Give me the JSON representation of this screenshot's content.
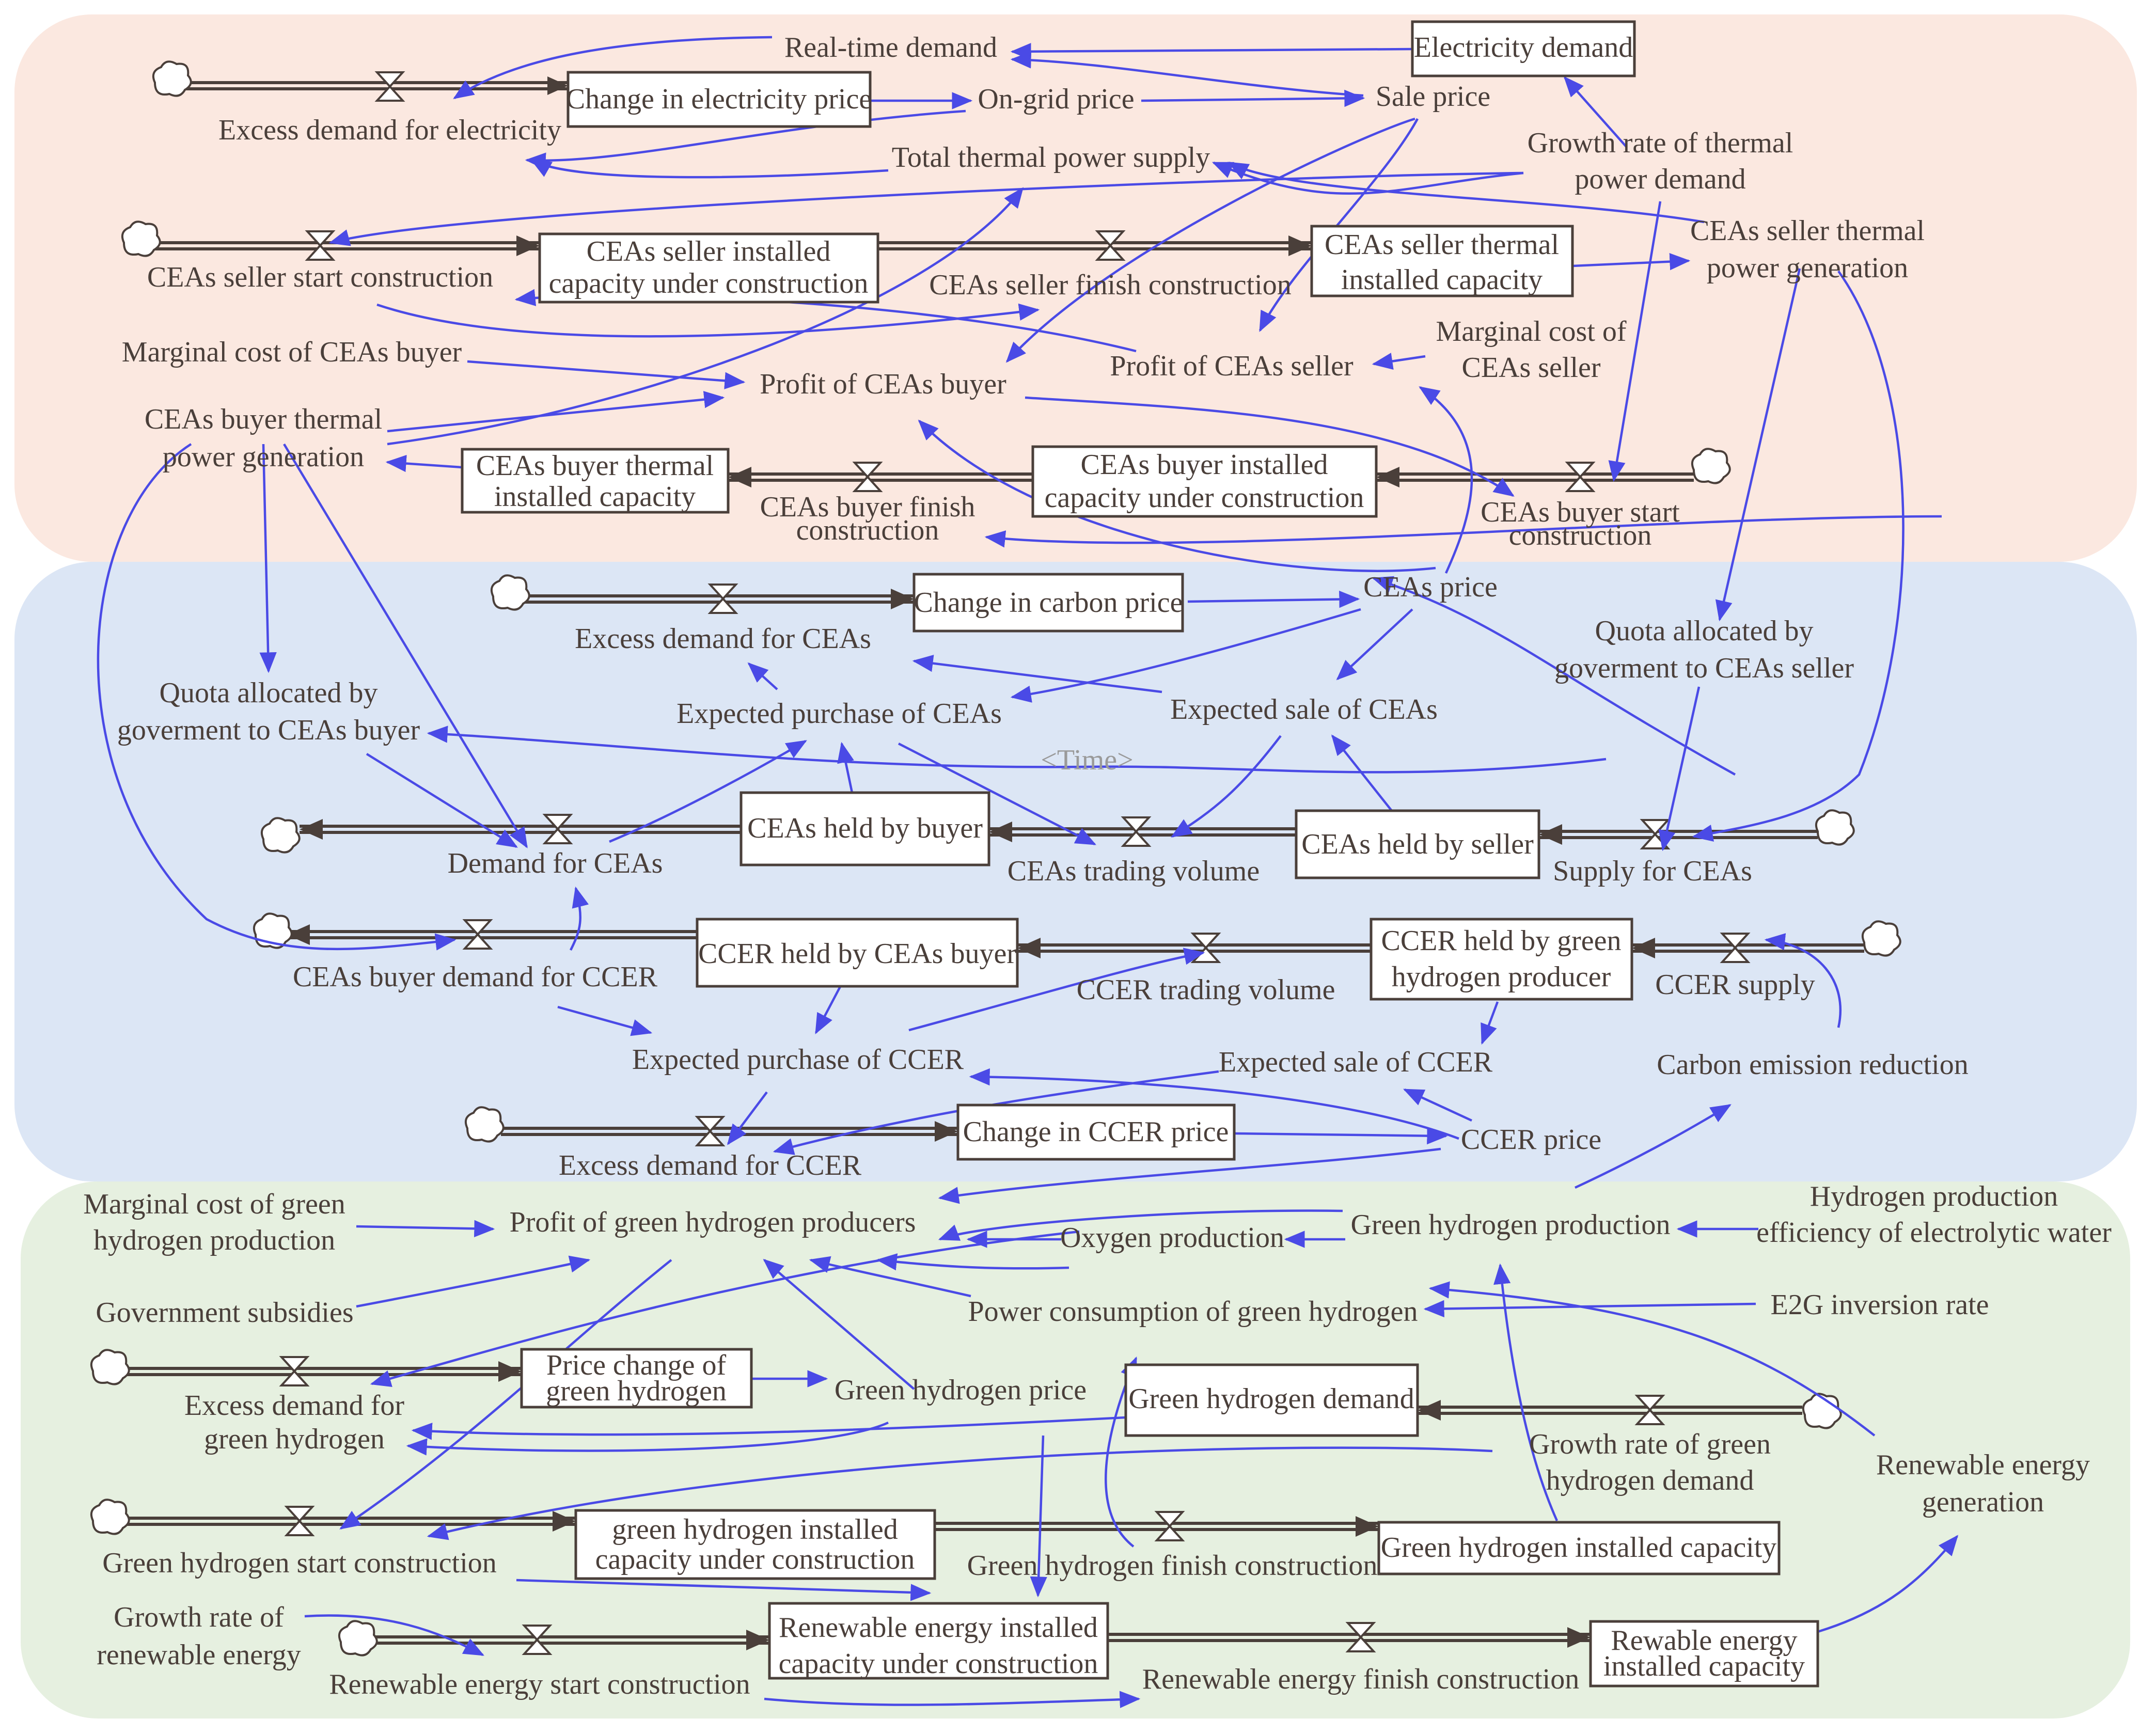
{
  "sectors": [
    {
      "name": "electricity",
      "color": "#fbe8e0"
    },
    {
      "name": "carbon",
      "color": "#dce6f5"
    },
    {
      "name": "hydrogen",
      "color": "#e6f0e0"
    }
  ],
  "link_color": "#4a4ae6",
  "stock_stroke": "#4a3f3a",
  "labels": {
    "electricity_demand": "Electricity demand",
    "real_time_demand": "Real-time demand",
    "sale_price": "Sale price",
    "change_in_electricity_price": "Change in electricity price",
    "on_grid_price": "On-grid price",
    "excess_demand_for_electricity": "Excess demand for electricity",
    "total_thermal_power_supply": "Total thermal power supply",
    "growth_rate_thermal_1": "Growth rate of thermal",
    "growth_rate_thermal_2": "power demand",
    "ceas_seller_thermal_gen_1": "CEAs seller thermal",
    "ceas_seller_thermal_gen_2": "power generation",
    "ceas_seller_start_construction": "CEAs seller start construction",
    "ceas_seller_installed_uc_1": "CEAs seller installed",
    "ceas_seller_installed_uc_2": "capacity under construction",
    "ceas_seller_finish_construction": "CEAs seller finish construction",
    "ceas_seller_thermal_cap_1": "CEAs seller thermal",
    "ceas_seller_thermal_cap_2": "installed capacity",
    "marginal_cost_buyer": "Marginal cost of CEAs buyer",
    "profit_ceas_buyer": "Profit of CEAs buyer",
    "profit_ceas_seller": "Profit of CEAs seller",
    "marginal_cost_seller_1": "Marginal cost of",
    "marginal_cost_seller_2": "CEAs seller",
    "ceas_buyer_thermal_gen_1": "CEAs buyer thermal",
    "ceas_buyer_thermal_gen_2": "power generation",
    "ceas_buyer_thermal_cap_1": "CEAs buyer thermal",
    "ceas_buyer_thermal_cap_2": "installed capacity",
    "ceas_buyer_finish_1": "CEAs buyer finish",
    "ceas_buyer_finish_2": "construction",
    "ceas_buyer_installed_uc_1": "CEAs buyer installed",
    "ceas_buyer_installed_uc_2": "capacity under construction",
    "ceas_buyer_start_1": "CEAs buyer start",
    "ceas_buyer_start_2": "construction",
    "change_in_carbon_price": "Change in carbon price",
    "ceas_price": "CEAs price",
    "excess_demand_for_ceas": "Excess demand for CEAs",
    "quota_seller_1": "Quota allocated by",
    "quota_seller_2": "goverment to CEAs seller",
    "quota_buyer_1": "Quota allocated by",
    "quota_buyer_2": "goverment to CEAs buyer",
    "expected_purchase_ceas": "Expected purchase of CEAs",
    "expected_sale_ceas": "Expected sale of CEAs",
    "time": "<Time>",
    "ceas_held_by_buyer": "CEAs held by buyer",
    "ceas_held_by_seller": "CEAs held by seller",
    "demand_for_ceas": "Demand for CEAs",
    "ceas_trading_volume": "CEAs trading volume",
    "supply_for_ceas": "Supply for CEAs",
    "ccer_held_by_buyer": "CCER held by CEAs buyer",
    "ccer_held_by_ghp_1": "CCER held by green",
    "ccer_held_by_ghp_2": "hydrogen producer",
    "ceas_buyer_demand_ccer": "CEAs buyer demand for CCER",
    "ccer_trading_volume": "CCER trading volume",
    "ccer_supply": "CCER supply",
    "expected_purchase_ccer": "Expected purchase of CCER",
    "expected_sale_ccer": "Expected sale of CCER",
    "carbon_emission_reduction": "Carbon emission reduction",
    "change_in_ccer_price": "Change in CCER price",
    "ccer_price": "CCER price",
    "excess_demand_ccer": "Excess demand for CCER",
    "marginal_cost_gh_1": "Marginal cost of green",
    "marginal_cost_gh_2": "hydrogen production",
    "profit_ghp": "Profit of green hydrogen producers",
    "green_hydrogen_production": "Green hydrogen production",
    "hydrogen_eff_1": "Hydrogen production",
    "hydrogen_eff_2": "efficiency of electrolytic water",
    "oxygen_production": "Oxygen production",
    "government_subsidies": "Government subsidies",
    "power_consumption_gh": "Power consumption of green hydrogen",
    "e2g_inversion_rate": "E2G inversion rate",
    "price_change_gh_1": "Price change of",
    "price_change_gh_2": "green hydrogen",
    "green_hydrogen_price": "Green hydrogen price",
    "green_hydrogen_demand": "Green hydrogen demand",
    "excess_demand_gh_1": "Excess demand for",
    "excess_demand_gh_2": "green hydrogen",
    "growth_rate_gh_1": "Growth rate of green",
    "growth_rate_gh_2": "hydrogen demand",
    "renewable_gen_1": "Renewable energy",
    "renewable_gen_2": "generation",
    "gh_start_construction": "Green hydrogen start construction",
    "gh_installed_uc_1": "green hydrogen installed",
    "gh_installed_uc_2": "capacity under construction",
    "gh_finish_construction": "Green hydrogen finish construction",
    "gh_installed_capacity": "Green hydrogen installed capacity",
    "growth_rate_re_1": "Growth rate of",
    "growth_rate_re_2": "renewable energy",
    "re_start_construction": "Renewable energy start construction",
    "re_installed_uc_1": "Renewable energy installed",
    "re_installed_uc_2": "capacity under construction",
    "re_finish_construction": "Renewable energy finish construction",
    "re_installed_capacity_1": "Rewable energy",
    "re_installed_capacity_2": "installed capacity"
  }
}
